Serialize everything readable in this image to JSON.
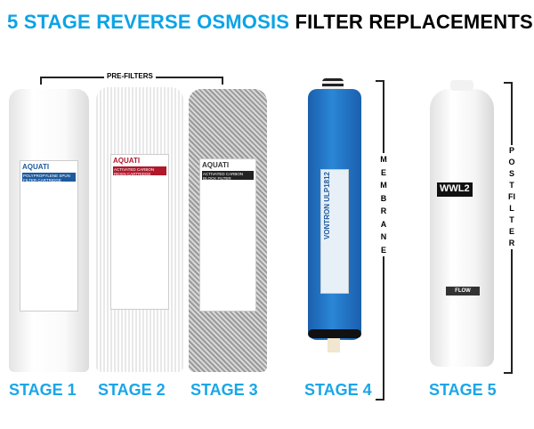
{
  "title": {
    "highlight": "5 STAGE REVERSE OSMOSIS",
    "rest": "FILTER REPLACEMENTS"
  },
  "groups": {
    "pre_filters": "PRE-FILTERS",
    "membrane": "MEMBRANE",
    "post_filter": "POST FILTER"
  },
  "stages": [
    "STAGE 1",
    "STAGE 2",
    "STAGE 3",
    "STAGE 4",
    "STAGE 5"
  ],
  "products": {
    "brand": "AQUATI",
    "stage1_desc": "POLYPROPYLENE SPUN FILTER CARTRIDGE",
    "stage2_desc": "ACTIVATED CARBON RESIN CARTRIDGE",
    "stage3_desc": "ACTIVATED CARBON BLOCK FILTER CARTRIDGE",
    "membrane_brand": "VONTRON",
    "membrane_model": "ULP1812",
    "post_model": "WWL2",
    "flow": "FLOW"
  },
  "colors": {
    "accent": "#0ba3e6",
    "stage_label": "#1aa6e8",
    "membrane": "#1f6fc0"
  }
}
